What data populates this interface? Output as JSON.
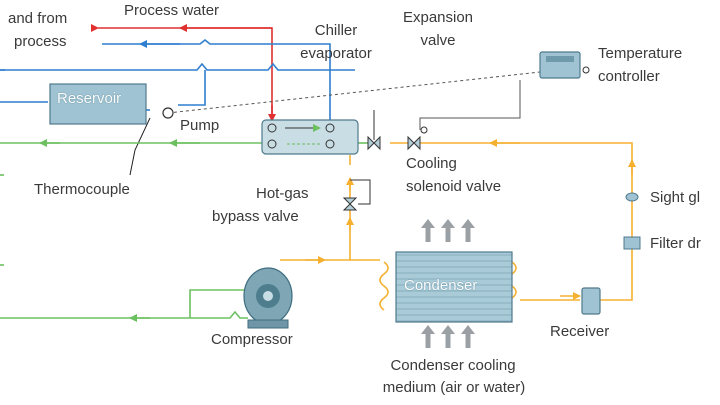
{
  "labels": {
    "and_from": "and from",
    "process": "process",
    "process_water": "Process water",
    "chiller_l1": "Chiller",
    "chiller_l2": "evaporator",
    "expansion_l1": "Expansion",
    "expansion_l2": "valve",
    "temperature_l1": "Temperature",
    "temperature_l2": "controller",
    "reservoir": "Reservoir",
    "pump": "Pump",
    "thermocouple": "Thermocouple",
    "cooling_l1": "Cooling",
    "cooling_l2": "solenoid valve",
    "hotgas_l1": "Hot-gas",
    "hotgas_l2": "bypass valve",
    "sight_glass": "Sight gl",
    "filter_drier": "Filter dr",
    "condenser": "Condenser",
    "compressor": "Compressor",
    "receiver": "Receiver",
    "cond_cooling_l1": "Condenser cooling",
    "cond_cooling_l2": "medium (air or water)"
  },
  "colors": {
    "process_water": "#e03030",
    "return_water": "#2f7fd0",
    "refrigerant_liquid": "#f5b030",
    "refrigerant_vapor": "#6cc060",
    "equipment_fill": "#9fc3d2",
    "equipment_stroke": "#4f7a8c",
    "label_text": "#3a3a3a"
  }
}
